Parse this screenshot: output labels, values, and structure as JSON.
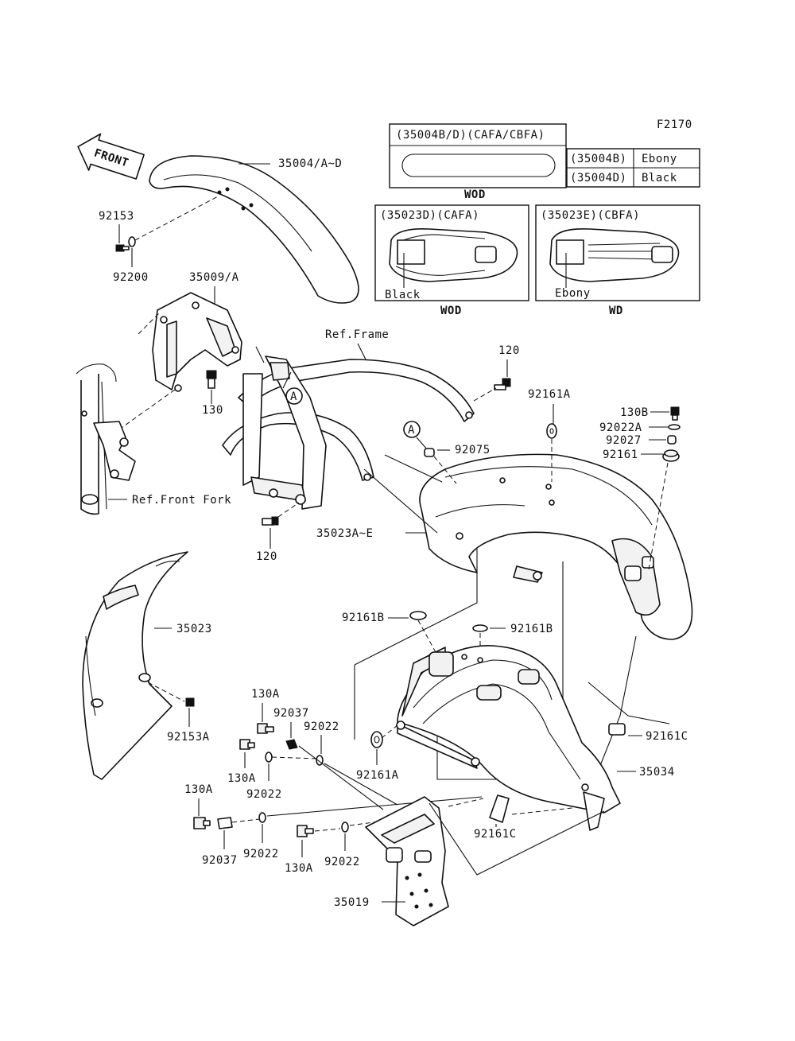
{
  "figure_code": "F2170",
  "front_arrow_label": "FRONT",
  "variants": {
    "fender_box": {
      "title": "(35004B/D)(CAFA/CBFA)",
      "caption": "WOD",
      "colors": [
        {
          "code": "(35004B)",
          "color": "Ebony"
        },
        {
          "code": "(35004D)",
          "color": "Black"
        }
      ]
    },
    "rear_left": {
      "title": "(35023D)(CAFA)",
      "color_label": "Black",
      "caption": "WOD"
    },
    "rear_right": {
      "title": "(35023E)(CBFA)",
      "color_label": "Ebony",
      "caption": "WD"
    }
  },
  "labels": {
    "p35004": "35004/A~D",
    "p92153": "92153",
    "p92200": "92200",
    "p35009": "35009/A",
    "ref_frame": "Ref.Frame",
    "p120_top": "120",
    "p130": "130",
    "p92161A_top": "92161A",
    "p130B": "130B",
    "p92022A": "92022A",
    "p92027": "92027",
    "p92161": "92161",
    "circle_a1": "A",
    "circle_a2": "A",
    "p92075": "92075",
    "ref_front_fork": "Ref.Front Fork",
    "p35023A_E": "35023A~E",
    "p120_bot": "120",
    "p35023": "35023",
    "p92161B_left": "92161B",
    "p92161B_right": "92161B",
    "p130A_1": "130A",
    "p92037_1": "92037",
    "p92022_1": "92022",
    "p92153A": "92153A",
    "p130A_2": "130A",
    "p92022_2": "92022",
    "p92161A_bot": "92161A",
    "p92161C_1": "92161C",
    "p35034": "35034",
    "p130A_3": "130A",
    "p92037_2": "92037",
    "p92022_3": "92022",
    "p130A_4": "130A",
    "p92022_4": "92022",
    "p92161C_2": "92161C",
    "p35019": "35019"
  },
  "icons": [
    "front-arrow-icon",
    "callout-circle-icon"
  ]
}
